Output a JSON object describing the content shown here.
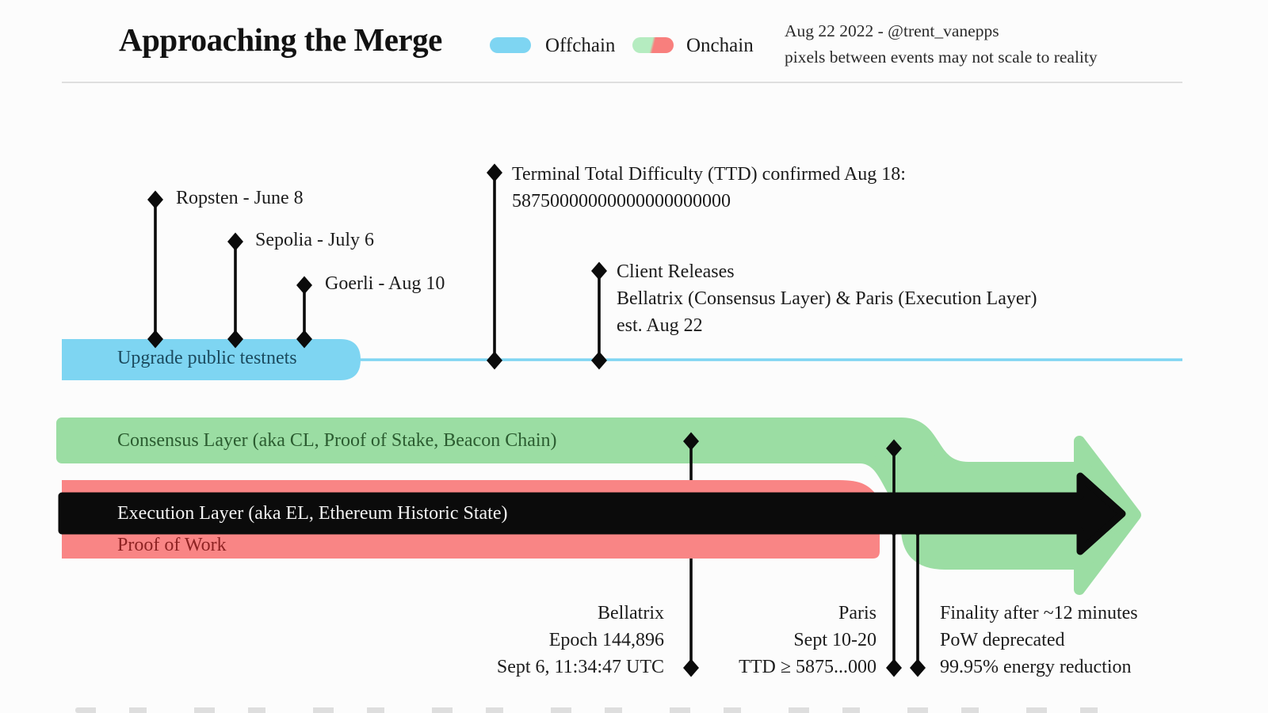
{
  "header": {
    "title": "Approaching the Merge",
    "legend": {
      "offchain_label": "Offchain",
      "onchain_label": "Onchain"
    },
    "credit": {
      "line1": "Aug 22 2022 - @trent_vanepps",
      "line2": "pixels between events may not scale to reality"
    }
  },
  "offchain": {
    "bar_label": "Upgrade public testnets",
    "milestones": [
      {
        "label": "Ropsten - June 8"
      },
      {
        "label": "Sepolia - July 6"
      },
      {
        "label": "Goerli - Aug 10"
      }
    ],
    "ttd": {
      "line1": "Terminal Total Difficulty (TTD) confirmed Aug 18:",
      "line2": "58750000000000000000000"
    },
    "client_releases": {
      "line1": "Client Releases",
      "line2": "Bellatrix (Consensus Layer) & Paris (Execution Layer)",
      "line3": "est. Aug 22"
    }
  },
  "onchain": {
    "consensus_label": "Consensus Layer (aka CL, Proof of Stake, Beacon Chain)",
    "execution_label": "Execution Layer (aka EL, Ethereum Historic State)",
    "pow_label": "Proof of Work",
    "bellatrix": {
      "line1": "Bellatrix",
      "line2": "Epoch 144,896",
      "line3": "Sept 6, 11:34:47 UTC"
    },
    "paris": {
      "line1": "Paris",
      "line2": "Sept 10-20",
      "line3": "TTD ≥ 5875...000"
    },
    "merge_results": {
      "line1": "Finality after ~12 minutes",
      "line2": "PoW deprecated",
      "line3": "99.95% energy reduction"
    }
  },
  "colors": {
    "offchain_blue": "#7ed5f2",
    "onchain_green": "#9bdda3",
    "onchain_red": "#f98585",
    "line_black": "#0b0b0b",
    "legend_onchain_green": "#b5ecc0",
    "legend_onchain_red": "#f87f7d"
  }
}
